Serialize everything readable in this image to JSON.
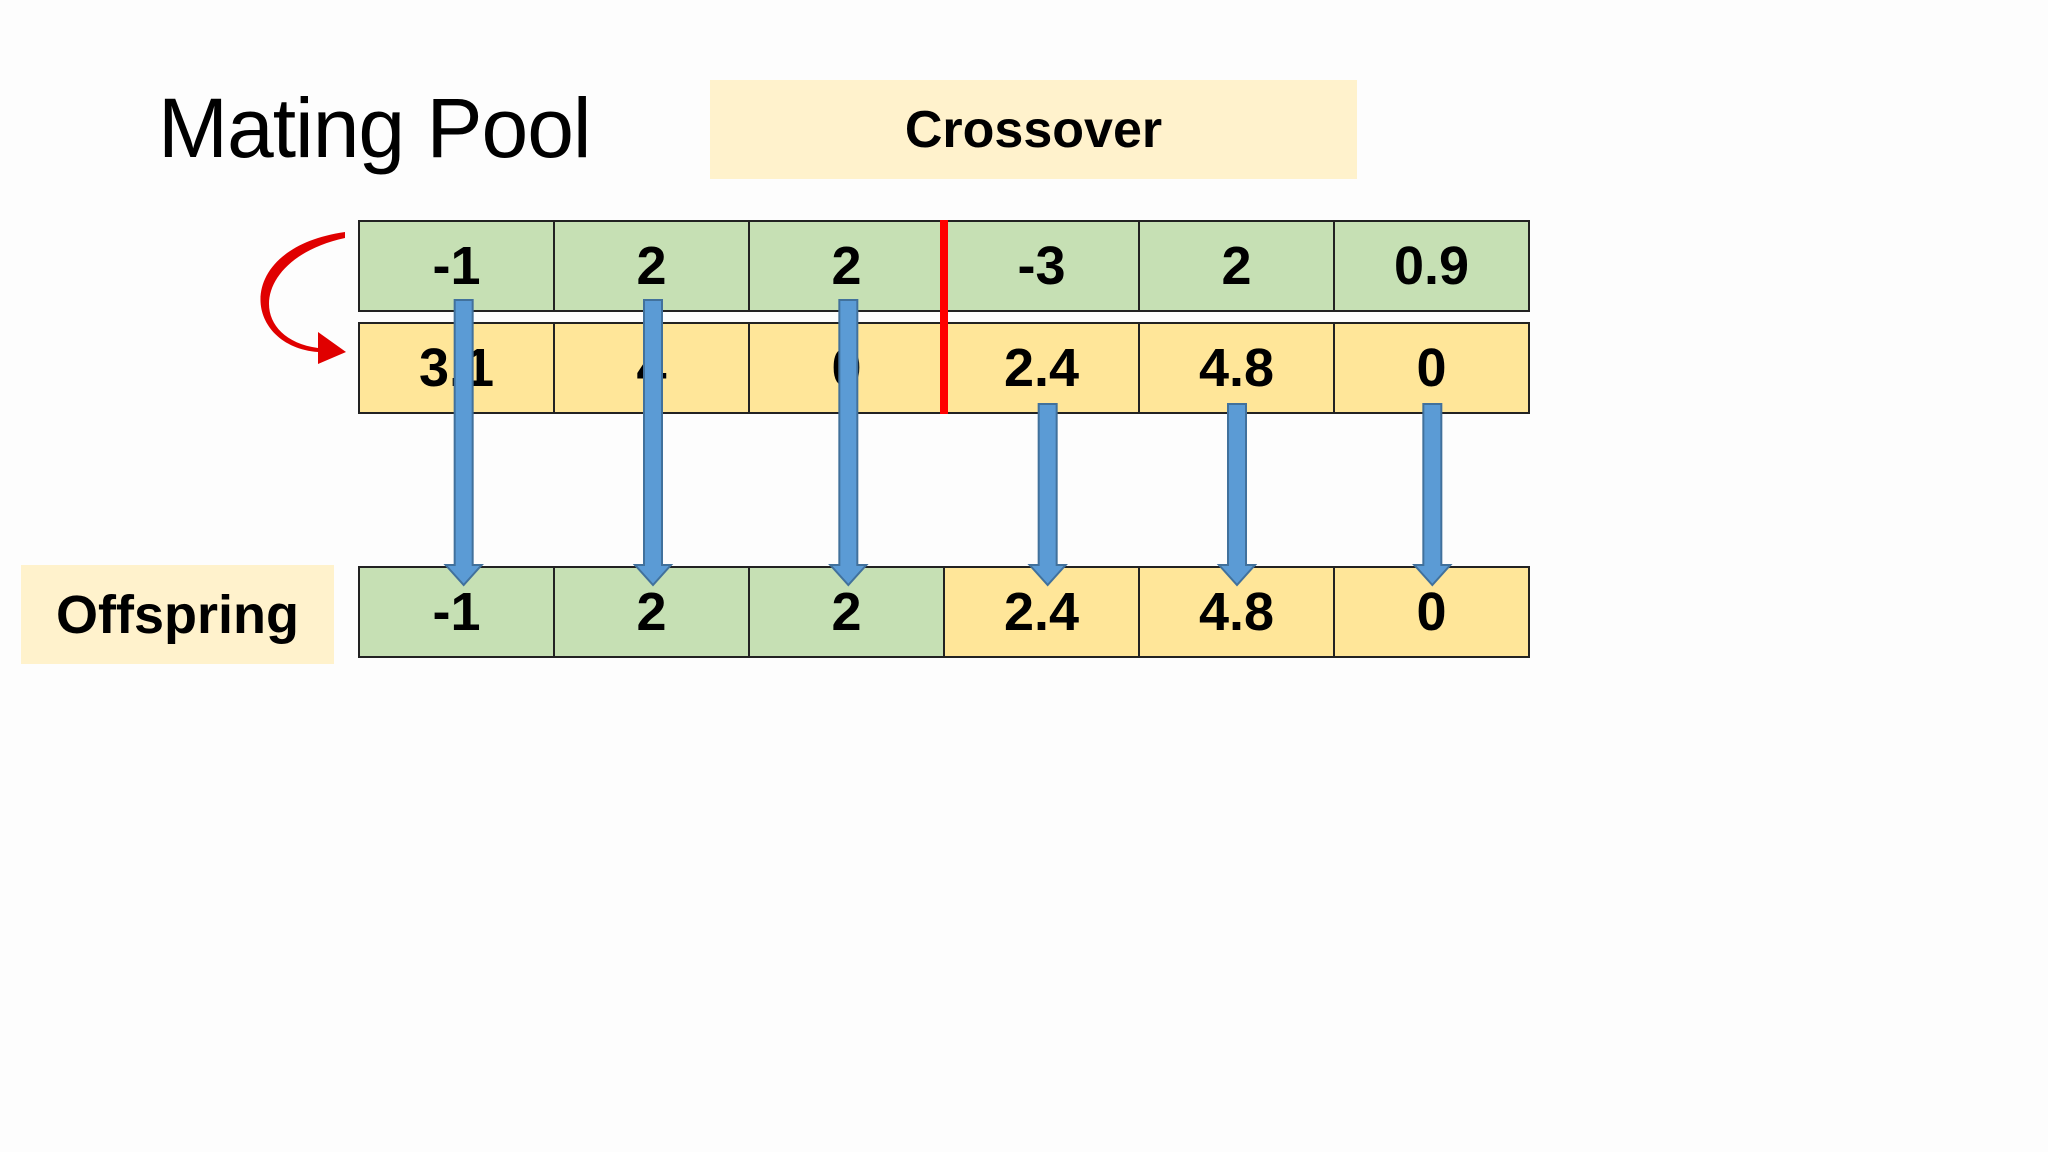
{
  "title": "Mating Pool",
  "crossover_label": "Crossover",
  "offspring_label": "Offspring",
  "parent1": [
    "-1",
    "2",
    "2",
    "-3",
    "2",
    "0.9"
  ],
  "parent2": [
    "3.1",
    "4",
    "0",
    "2.4",
    "4.8",
    "0"
  ],
  "offspring": [
    "-1",
    "2",
    "2",
    "2.4",
    "4.8",
    "0"
  ],
  "offspring_source": [
    "parent1",
    "parent1",
    "parent1",
    "parent2",
    "parent2",
    "parent2"
  ],
  "crossover_point_after_gene": 3,
  "colors": {
    "parent1_fill": "#c6e0b4",
    "parent2_fill": "#ffe699",
    "label_fill": "#fff2cc",
    "arrow_fill": "#5b9bd5",
    "arrow_stroke": "#41719c",
    "crossover_line": "#ff0000",
    "swap_arrow": "#e00000"
  },
  "icons": {
    "swap": "curved-swap-arrow-icon",
    "transfer": "down-arrow-icon"
  }
}
